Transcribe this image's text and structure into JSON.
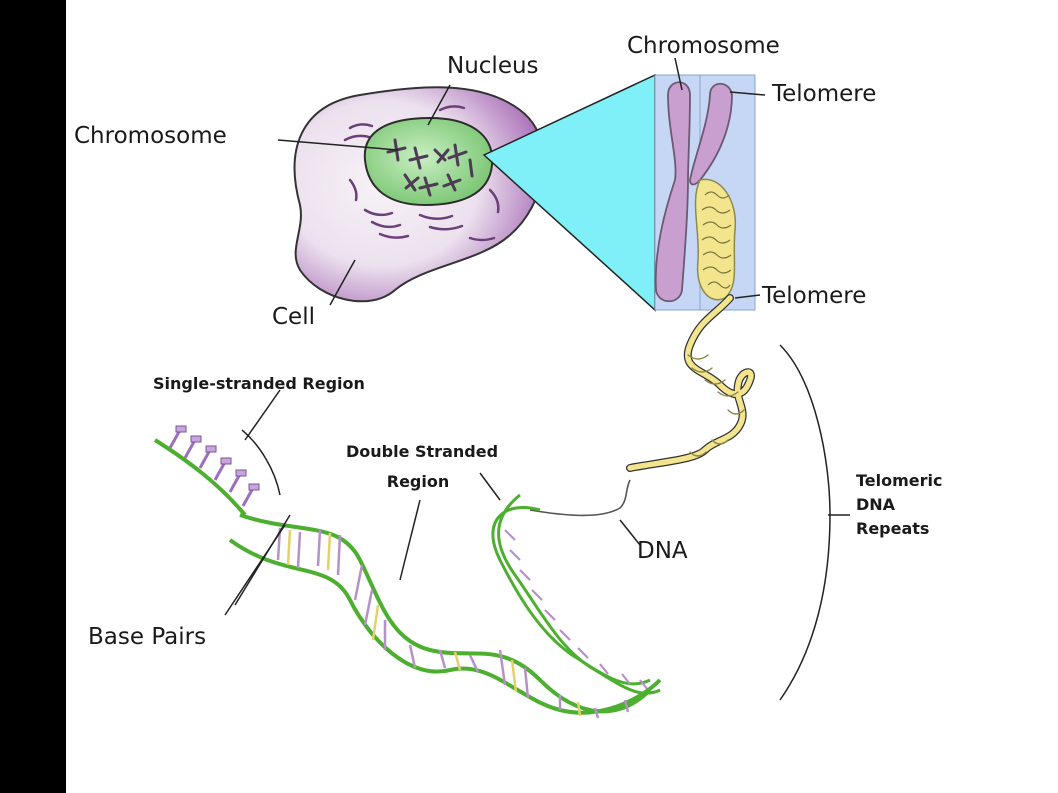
{
  "labels": {
    "nucleus": "Nucleus",
    "chromosome_cell": "Chromosome",
    "cell": "Cell",
    "chromosome_top": "Chromosome",
    "telomere_top": "Telomere",
    "telomere_bottom": "Telomere",
    "single_stranded": "Single-stranded Region",
    "double_stranded_line1": "Double Stranded",
    "double_stranded_line2": "Region",
    "dna": "DNA",
    "telomeric_line1": "Telomeric",
    "telomeric_line2": "DNA",
    "telomeric_line3": "Repeats",
    "base_pairs": "Base Pairs"
  },
  "colors": {
    "cell_membrane": "#b58bc0",
    "cell_inner": "#e8ddea",
    "nucleus": "#8fd08a",
    "zoom_cone": "#7ff0f7",
    "chromosome": "#c99fcf",
    "chromosome_box": "#c6d7f5",
    "telomere_coil": "#f2e58d",
    "dna_backbone": "#4caf2f"
  }
}
